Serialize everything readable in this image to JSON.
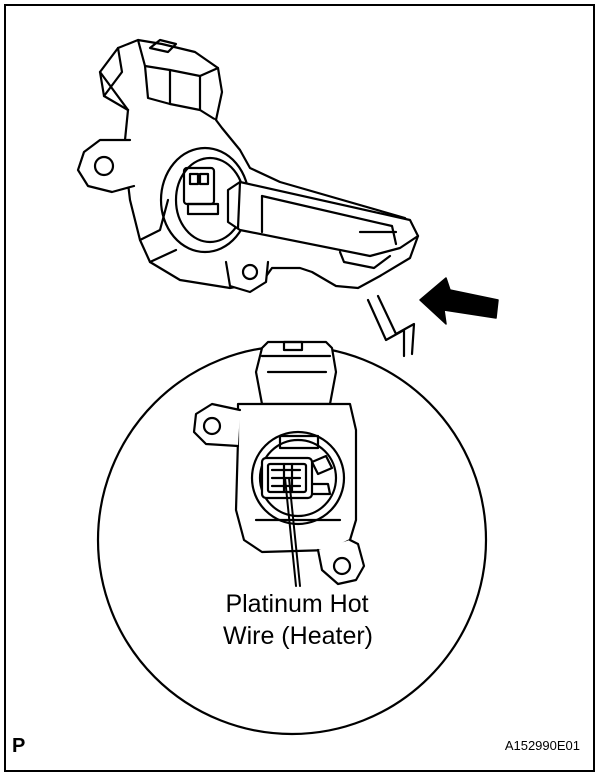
{
  "figure": {
    "callout_line1": "Platinum Hot",
    "callout_line2": "Wire (Heater)",
    "corner_mark": "P",
    "figure_code": "A152990E01"
  },
  "colors": {
    "ink": "#000000",
    "paper": "#ffffff"
  },
  "icons": {
    "flow_arrow": "arrow-left-icon"
  }
}
